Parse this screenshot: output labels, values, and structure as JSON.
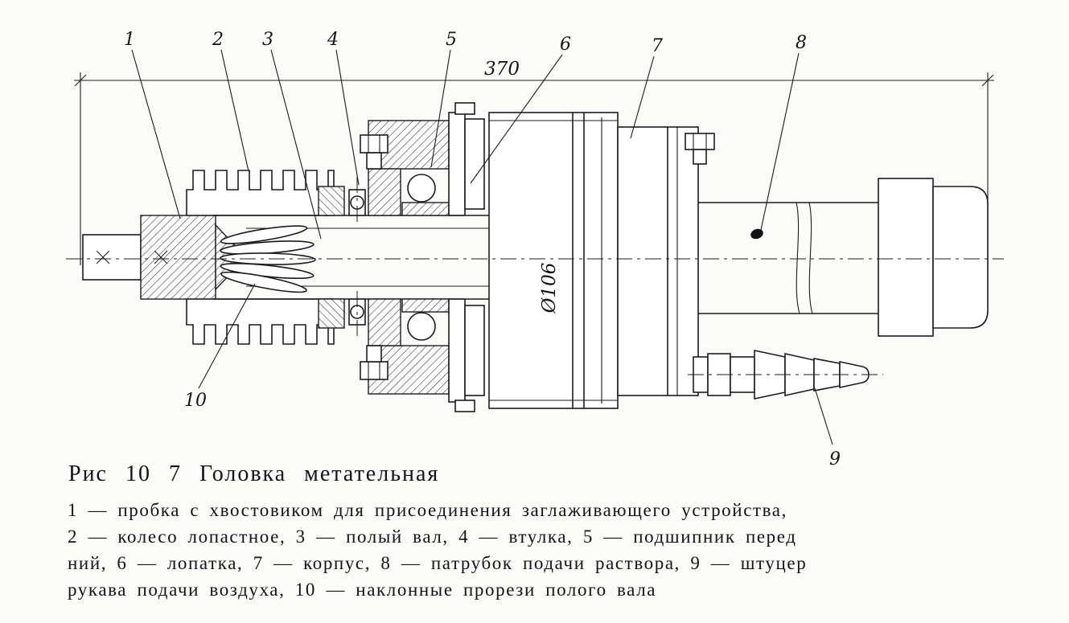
{
  "figure": {
    "caption": "Рис 10 7 Головка метательная",
    "legend_lines": [
      "1 — пробка с хвостовиком для присоединения заглаживающего устройства,",
      "2 — колесо лопастное, 3 — полый вал, 4 — втулка, 5 — подшипник перед",
      "ний, 6 — лопатка, 7 — корпус, 8 — патрубок подачи раствора, 9 — штуцер",
      "рукава подачи воздуха, 10 — наклонные прорези полого вала"
    ]
  },
  "drawing": {
    "overall_dimension": "370",
    "diameter_label": "Ø106",
    "ink_color": "#1c1c1c",
    "paper_color": "#fbfbf9",
    "callouts": [
      "1",
      "2",
      "3",
      "4",
      "5",
      "6",
      "7",
      "8",
      "9",
      "10"
    ],
    "callout_targets": [
      "plug-with-shank",
      "blade-wheel",
      "hollow-shaft",
      "bushing",
      "front-bearing",
      "blade",
      "housing",
      "mortar-feed-pipe",
      "air-hose-union",
      "inclined-slots"
    ]
  }
}
